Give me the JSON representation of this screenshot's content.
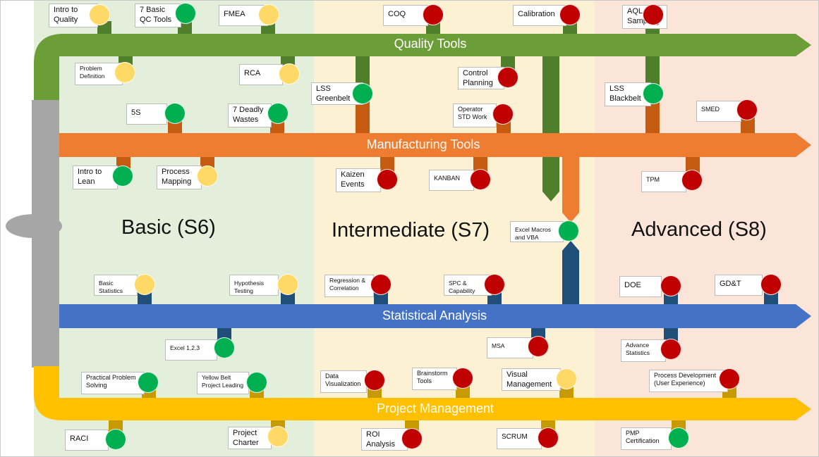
{
  "colors": {
    "zone_basic": "#e3efda",
    "zone_intermediate": "#fdf1d4",
    "zone_advanced": "#fbe4d8",
    "quality": "#6c9e38",
    "quality_dark": "#4f7f2b",
    "manufacturing": "#ee7d31",
    "manufacturing_dark": "#c55a11",
    "statistical": "#4472c4",
    "statistical_dark": "#1f4e79",
    "project": "#ffc000",
    "project_dark": "#c79a00",
    "connector": "#a6a6a6",
    "status_green": "#00b050",
    "status_yellow": "#ffd966",
    "status_red": "#c00000"
  },
  "levels": [
    {
      "name": "Basic (S6)"
    },
    {
      "name": "Intermediate (S7)"
    },
    {
      "name": "Advanced (S8)"
    }
  ],
  "tracks": [
    {
      "label": "Quality Tools"
    },
    {
      "label": "Manufacturing Tools"
    },
    {
      "label": "Statistical Analysis"
    },
    {
      "label": "Project Management"
    }
  ],
  "nodes": [
    {
      "label": "Intro to\nQuality",
      "status": "yellow"
    },
    {
      "label": "7 Basic\nQC Tools",
      "status": "green"
    },
    {
      "label": "FMEA",
      "status": "yellow"
    },
    {
      "label": "COQ",
      "status": "red"
    },
    {
      "label": "Calibration",
      "status": "red"
    },
    {
      "label": "AQL\nSampling",
      "status": "red"
    },
    {
      "label": "Problem\nDefinition",
      "status": "yellow"
    },
    {
      "label": "RCA",
      "status": "yellow"
    },
    {
      "label": "LSS\nGreenbelt",
      "status": "green"
    },
    {
      "label": "Control\nPlanning",
      "status": "red"
    },
    {
      "label": "LSS\nBlackbelt",
      "status": "green"
    },
    {
      "label": "5S",
      "status": "green"
    },
    {
      "label": "7 Deadly\nWastes",
      "status": "green"
    },
    {
      "label": "Operator\nSTD Work",
      "status": "red"
    },
    {
      "label": "SMED",
      "status": "red"
    },
    {
      "label": "Intro to\nLean",
      "status": "green"
    },
    {
      "label": "Process\nMapping",
      "status": "yellow"
    },
    {
      "label": "Kaizen\nEvents",
      "status": "red"
    },
    {
      "label": "KANBAN",
      "status": "red"
    },
    {
      "label": "TPM",
      "status": "red"
    },
    {
      "label": "Excel Macros\nand VBA",
      "status": "green"
    },
    {
      "label": "Basic\nStatistics",
      "status": "yellow"
    },
    {
      "label": "Hypothesis\nTesting",
      "status": "yellow"
    },
    {
      "label": "Regression &\nCorrelation",
      "status": "red"
    },
    {
      "label": "SPC &\nCapability",
      "status": "red"
    },
    {
      "label": "DOE",
      "status": "red"
    },
    {
      "label": "GD&T",
      "status": "red"
    },
    {
      "label": "Excel 1,2,3",
      "status": "green"
    },
    {
      "label": "MSA",
      "status": "red"
    },
    {
      "label": "Advance\nStatistics",
      "status": "red"
    },
    {
      "label": "Practical Problem\nSolving",
      "status": "green"
    },
    {
      "label": "Yellow Belt\nProject Leading",
      "status": "green"
    },
    {
      "label": "Data\nVisualization",
      "status": "red"
    },
    {
      "label": "Brainstorm\nTools",
      "status": "red"
    },
    {
      "label": "Visual\nManagement",
      "status": "yellow"
    },
    {
      "label": "Process Development\n(User Experience)",
      "status": "red"
    },
    {
      "label": "RACI",
      "status": "green"
    },
    {
      "label": "Project\nCharter",
      "status": "yellow"
    },
    {
      "label": "ROI\nAnalysis",
      "status": "red"
    },
    {
      "label": "SCRUM",
      "status": "red"
    },
    {
      "label": "PMP\nCertification",
      "status": "green"
    }
  ]
}
